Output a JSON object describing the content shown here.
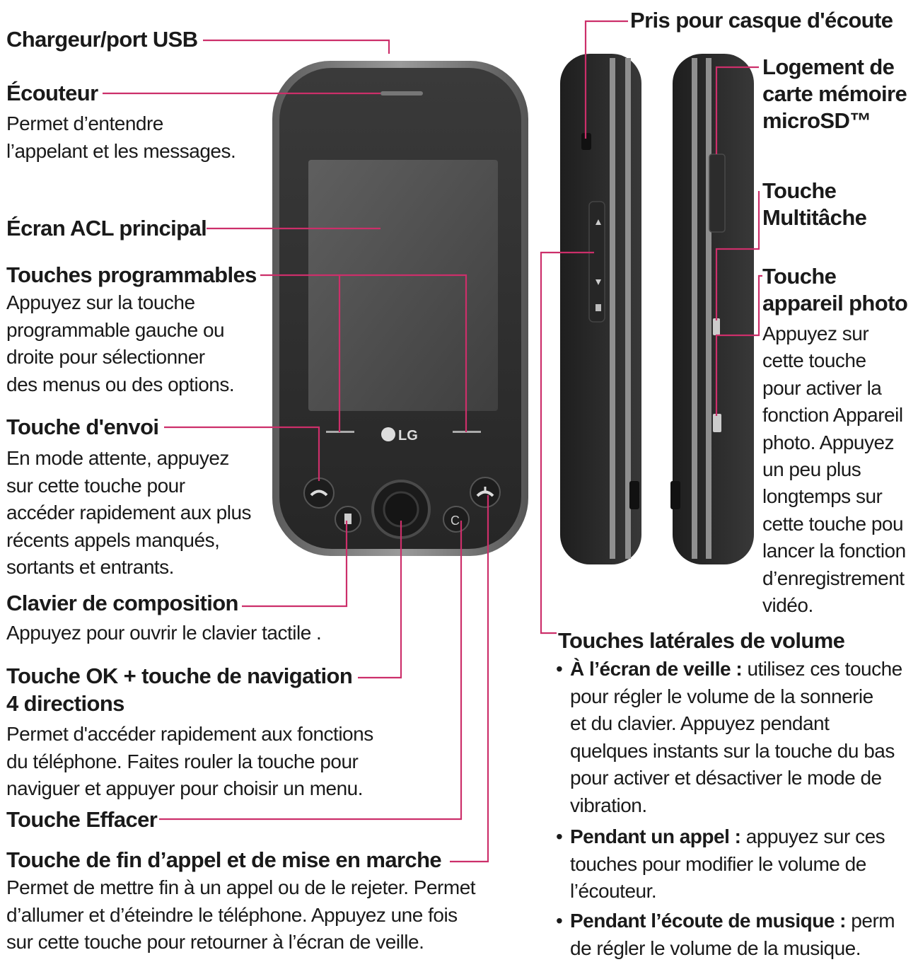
{
  "left_labels": {
    "charger": "Chargeur/port USB",
    "earpiece_title": "Écouteur",
    "earpiece_desc": [
      "Permet d’entendre",
      "l’appelant et les messages."
    ],
    "lcd": "Écran ACL principal",
    "softkeys_title": "Touches programmables",
    "softkeys_desc": [
      "Appuyez sur la touche",
      "programmable gauche ou",
      "droite pour sélectionner",
      "des menus ou des options."
    ],
    "send_title": "Touche d'envoi",
    "send_desc": [
      "En mode attente, appuyez",
      "sur cette touche pour",
      "accéder rapidement aux plus",
      "récents appels manqués,",
      "sortants et entrants."
    ],
    "dialpad_title": "Clavier de composition",
    "dialpad_desc": "Appuyez pour ouvrir le clavier tactile .",
    "ok_title": [
      "Touche OK + touche de navigation",
      "4 directions"
    ],
    "ok_desc": [
      "Permet d'accéder rapidement aux fonctions",
      "du téléphone. Faites rouler la touche pour",
      "naviguer et appuyer pour choisir un menu."
    ],
    "clear_title": "Touche Effacer",
    "end_title": "Touche de fin d’appel et de mise en marche",
    "end_desc": [
      "Permet de mettre fin à un appel ou de le rejeter. Permet",
      "d’allumer et d’éteindre le téléphone. Appuyez une fois",
      "sur cette touche pour retourner à l’écran de veille."
    ]
  },
  "right_labels": {
    "headset": "Pris pour casque d'écoute",
    "microsd": [
      "Logement de",
      "carte mémoire",
      "microSD™"
    ],
    "multitask": [
      "Touche",
      "Multitâche"
    ],
    "camera_title": [
      "Touche",
      "appareil photo"
    ],
    "camera_desc": [
      "Appuyez sur",
      "cette touche",
      "pour activer la",
      "fonction Appareil",
      "photo. Appuyez",
      "un peu plus",
      "longtemps sur",
      "cette touche pou",
      "lancer la fonction",
      "d’enregistrement",
      "vidéo."
    ],
    "volume_title": "Touches latérales de volume",
    "volume_bullets": [
      {
        "bold": "À l’écran de veille :",
        "lines": [
          " utilisez ces touche",
          "pour régler le volume de la sonnerie",
          "et du clavier. Appuyez pendant",
          "quelques instants sur la touche du bas",
          "pour activer et désactiver le mode de",
          "vibration."
        ]
      },
      {
        "bold": "Pendant un appel :",
        "lines": [
          " appuyez sur ces",
          "touches pour modifier le volume de",
          "l’écouteur."
        ]
      },
      {
        "bold": "Pendant l’écoute de musique :",
        "lines": [
          " perm",
          "de régler le volume de la musique."
        ]
      }
    ]
  },
  "phone": {
    "brand": "LG"
  },
  "colors": {
    "leader": "#cc2f6a",
    "body": "#2b2b2b",
    "text": "#1a1a1a"
  }
}
